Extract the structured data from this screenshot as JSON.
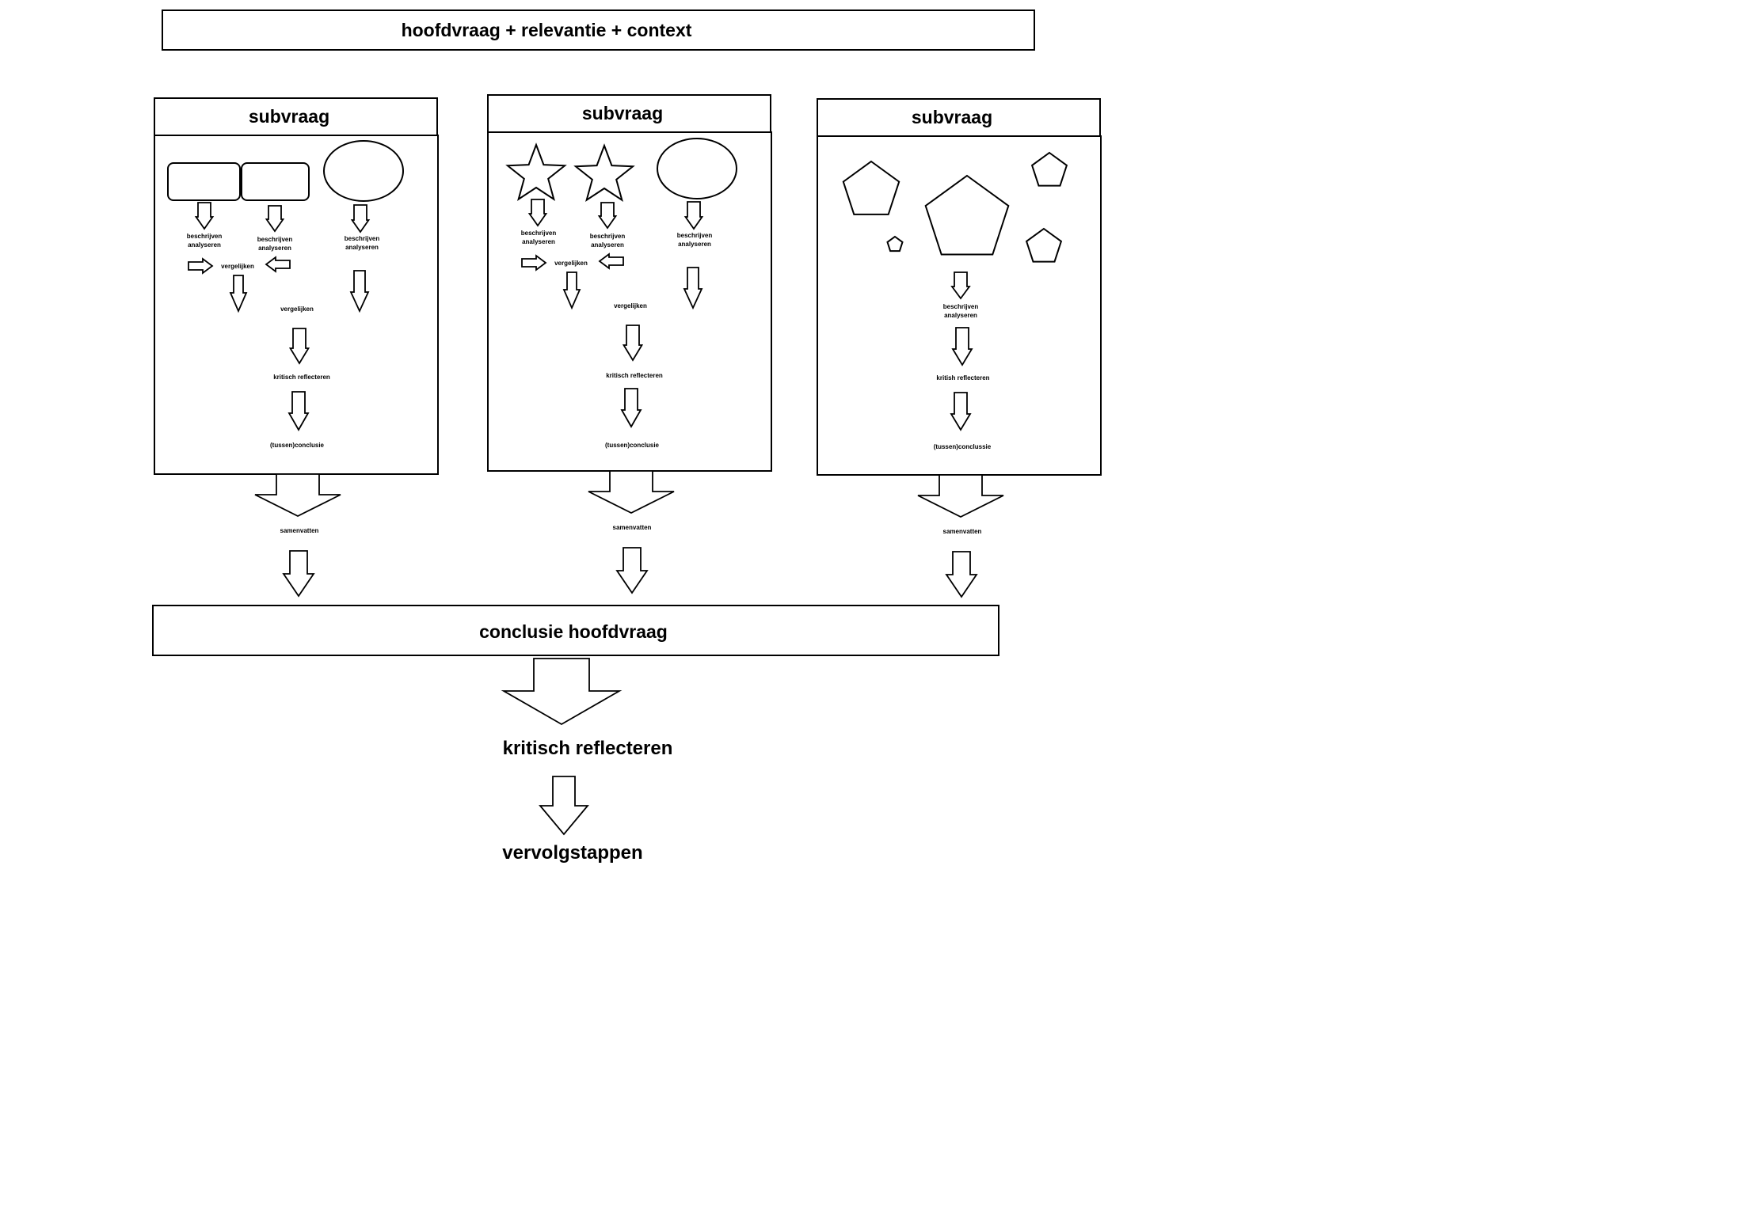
{
  "top_box": {
    "label": "hoofdvraag + relevantie + context"
  },
  "columns": [
    {
      "header": "subvraag",
      "shapes": [
        "rounded-rectangle",
        "rounded-rectangle",
        "ellipse"
      ],
      "steps": {
        "describe_1": [
          "beschrijven",
          "analyseren"
        ],
        "describe_2": [
          "beschrijven",
          "analyseren"
        ],
        "describe_3": [
          "beschrijven",
          "analyseren"
        ],
        "compare_inner": "vergelijken",
        "compare": "vergelijken",
        "reflect": "kritisch reflecteren",
        "conclusion": "(tussen)conclusie"
      },
      "summary": "samenvatten"
    },
    {
      "header": "subvraag",
      "shapes": [
        "star",
        "star",
        "ellipse"
      ],
      "steps": {
        "describe_1": [
          "beschrijven",
          "analyseren"
        ],
        "describe_2": [
          "beschrijven",
          "analyseren"
        ],
        "describe_3": [
          "beschrijven",
          "analyseren"
        ],
        "compare_inner": "vergelijken",
        "compare": "vergelijken",
        "reflect": "kritisch reflecteren",
        "conclusion": "(tussen)conclusie"
      },
      "summary": "samenvatten"
    },
    {
      "header": "subvraag",
      "shapes": [
        "pentagon",
        "pentagon",
        "pentagon",
        "pentagon",
        "pentagon"
      ],
      "steps": {
        "describe": [
          "beschrijven",
          "analyseren"
        ],
        "reflect": "kritish reflecteren",
        "conclusion": "(tussen)conclussie"
      },
      "summary": "samenvatten"
    }
  ],
  "conclusion_box": {
    "label": "conclusie hoofdvraag"
  },
  "final_steps": [
    "kritisch reflecteren",
    "vervolgstappen"
  ]
}
